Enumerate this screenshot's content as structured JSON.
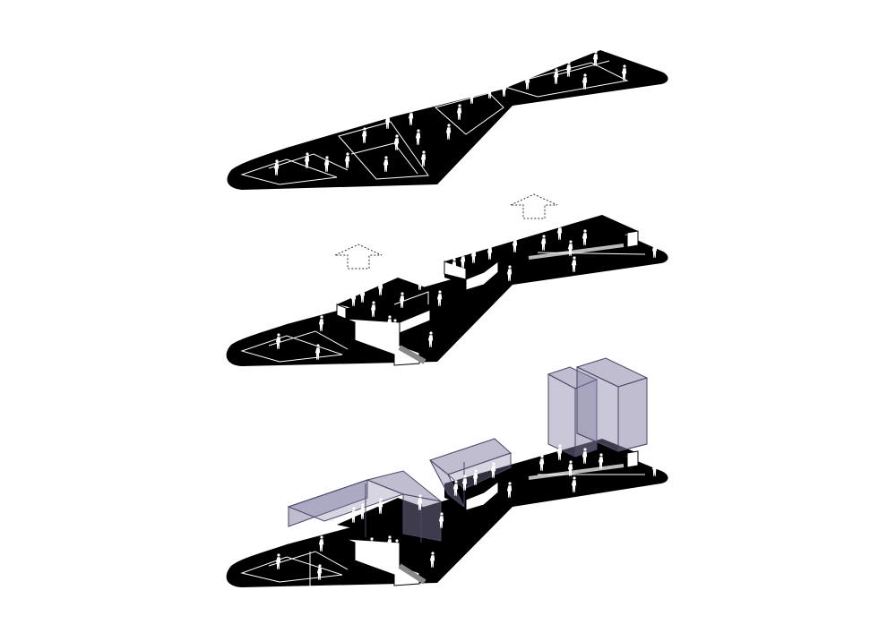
{
  "diagram": {
    "stages": [
      {
        "name": "stage-1-flat-platform"
      },
      {
        "name": "stage-2-raised-terraces"
      },
      {
        "name": "stage-3-added-volumes"
      }
    ],
    "colors": {
      "ground": "#000000",
      "lines": "#ffffff",
      "volume_fill": "#8a86a8",
      "volume_stroke": "#4a4766",
      "arrow_stroke": "#333333"
    },
    "icons": [
      "up-arrow-icon",
      "person-icon"
    ]
  }
}
